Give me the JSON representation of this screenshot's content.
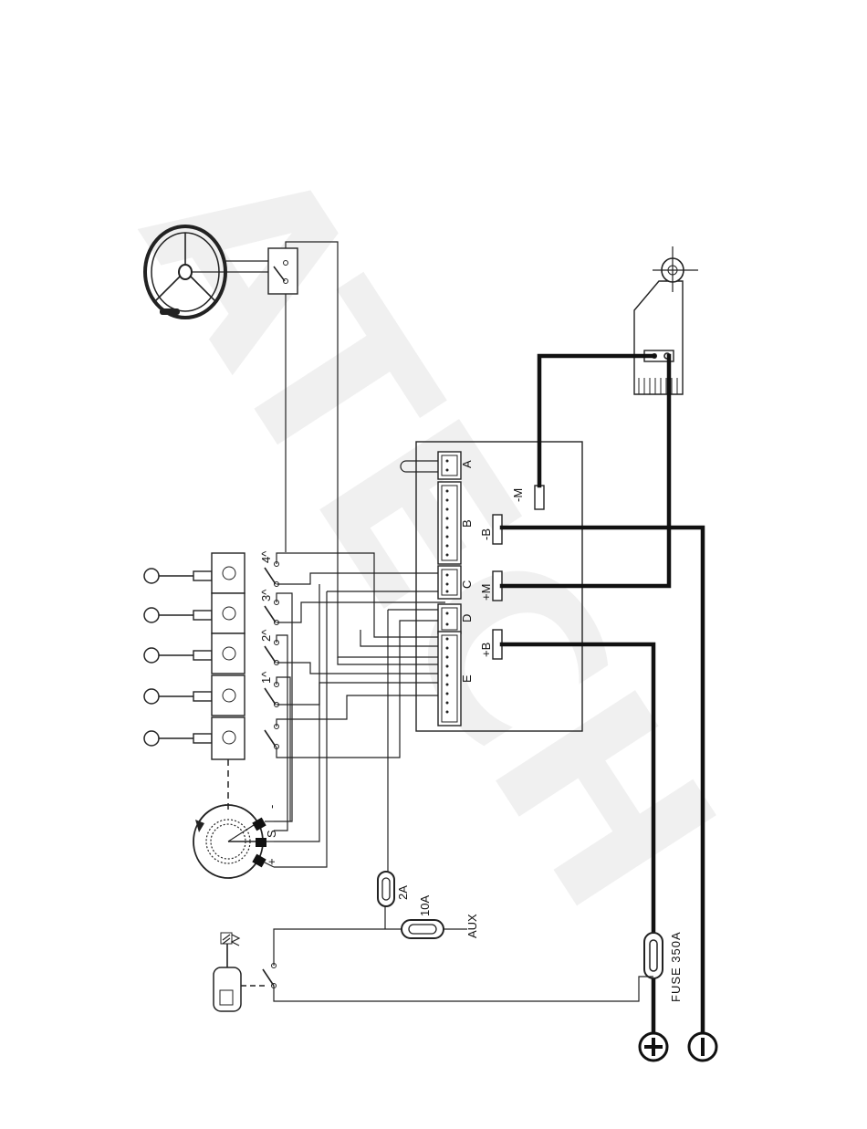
{
  "watermark": "ATECH",
  "connectors": {
    "a": "A",
    "b": "B",
    "c": "C",
    "d": "D",
    "e": "E"
  },
  "terminals": {
    "minus_m": "-M",
    "minus_b": "-B",
    "plus_m": "+M",
    "plus_b": "+B"
  },
  "switch_labels": {
    "s4": "4^",
    "s3": "3^",
    "s2": "2^",
    "s1": "1^"
  },
  "potentiometer": {
    "minus": "-",
    "slider": "S",
    "plus": "+"
  },
  "fuses": {
    "control": "2A",
    "aux_fuse": "10A",
    "aux": "AUX",
    "main": "FUSE 350A"
  },
  "battery": {
    "positive": "+",
    "negative": "-"
  }
}
